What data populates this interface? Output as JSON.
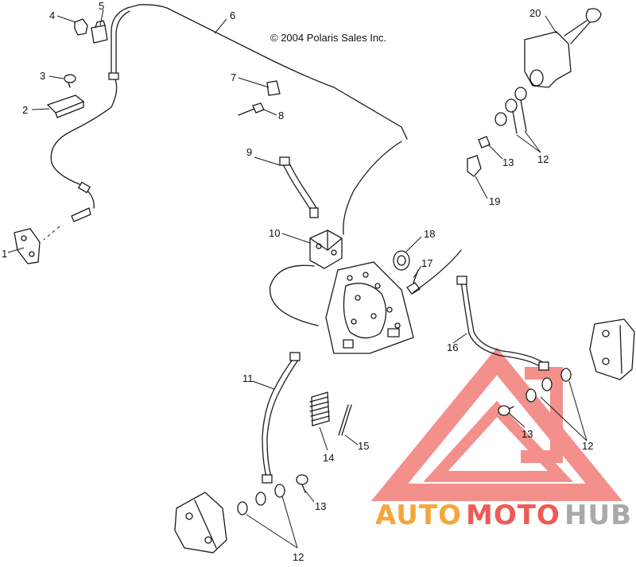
{
  "copyright": "© 2004 Polaris Sales Inc.",
  "callouts": {
    "c1": "1",
    "c2": "2",
    "c3": "3",
    "c4": "4",
    "c5": "5",
    "c6": "6",
    "c7": "7",
    "c8": "8",
    "c9": "9",
    "c10": "10",
    "c11": "11",
    "c12a": "12",
    "c12b": "12",
    "c12c": "12",
    "c13a": "13",
    "c13b": "13",
    "c13c": "13",
    "c14": "14",
    "c15": "15",
    "c16": "16",
    "c17": "17",
    "c18": "18",
    "c19": "19",
    "c20": "20"
  },
  "watermark": {
    "word_auto": "AUTO",
    "word_moto": "MOTO",
    "word_hub": "HUB",
    "color_auto": "#f4a63a",
    "color_moto": "#ef5a56",
    "color_hub": "#a9a9a9",
    "color_logo": "#f06b66"
  }
}
